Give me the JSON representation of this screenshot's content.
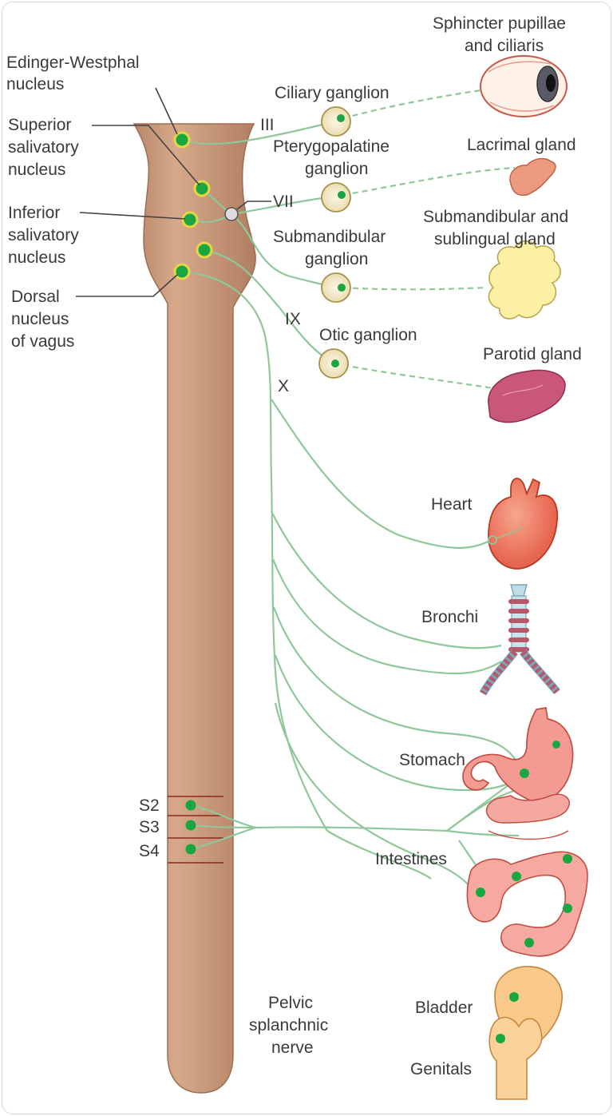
{
  "labels": {
    "edinger_westphal": [
      "Edinger-Westphal",
      "nucleus"
    ],
    "superior_salivatory": [
      "Superior",
      "salivatory",
      "nucleus"
    ],
    "inferior_salivatory": [
      "Inferior",
      "salivatory",
      "nucleus"
    ],
    "dorsal_vagus": [
      "Dorsal",
      "nucleus",
      "of vagus"
    ],
    "nerve_iii": "III",
    "nerve_vii": "VII",
    "nerve_ix": "IX",
    "nerve_x": "X",
    "ciliary_ganglion": "Ciliary ganglion",
    "pterygopalatine_ganglion": [
      "Pterygopalatine",
      "ganglion"
    ],
    "submandibular_ganglion": [
      "Submandibular",
      "ganglion"
    ],
    "otic_ganglion": "Otic ganglion",
    "sphincter": [
      "Sphincter pupillae",
      "and ciliaris"
    ],
    "lacrimal": "Lacrimal gland",
    "submandibular_gland": [
      "Submandibular and",
      "sublingual gland"
    ],
    "parotid": "Parotid gland",
    "heart": "Heart",
    "bronchi": "Bronchi",
    "stomach": "Stomach",
    "intestines": "Intestines",
    "bladder": "Bladder",
    "genitals": "Genitals",
    "s2": "S2",
    "s3": "S3",
    "s4": "S4",
    "pelvic": [
      "Pelvic",
      "splanchnic",
      "nerve"
    ]
  },
  "colors": {
    "cord": "#c99a7a",
    "cord_edge": "#a8795c",
    "nerve": "#8fc79a",
    "nucleus_dot": "#1aa640",
    "nucleus_ring": "#e6d645",
    "ganglion_fill": "#f3ead0",
    "organ_red": "#e8705a",
    "organ_pink": "#f2a39a",
    "gland_yellow": "#fbf0a0",
    "bladder_orange": "#f8c98a"
  }
}
